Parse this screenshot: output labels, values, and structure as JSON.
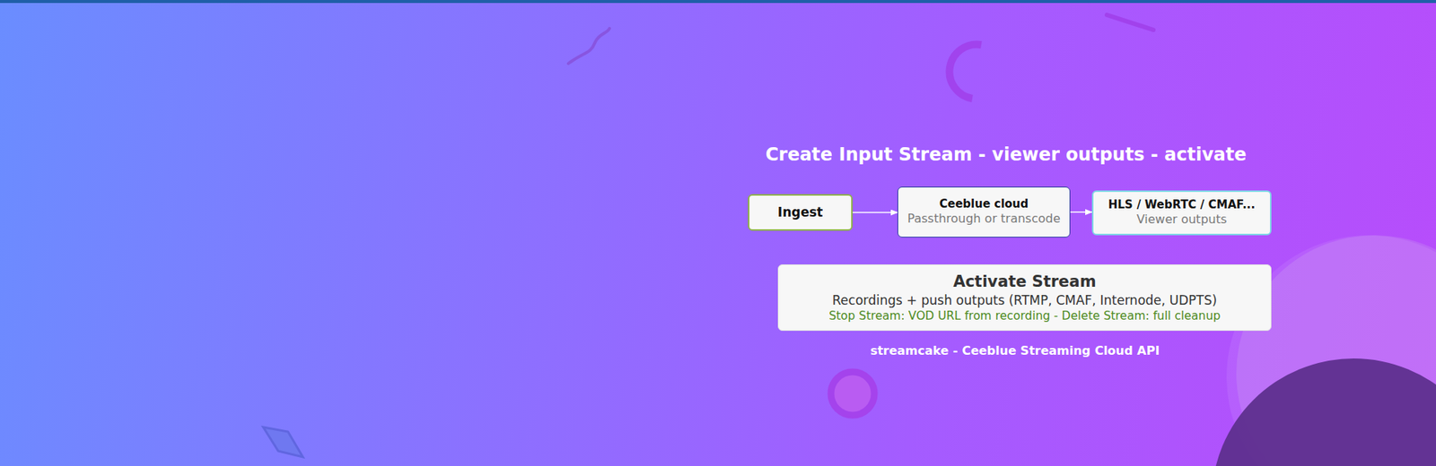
{
  "diagram": {
    "title": "Create Input Stream - viewer outputs - activate",
    "caption": "streamcake - Ceeblue Streaming Cloud API",
    "nodes": [
      {
        "text": [
          "Ingest"
        ]
      },
      {
        "text": [
          "Ceeblue cloud",
          "Passthrough or transcode"
        ]
      },
      {
        "text": [
          "HLS / WebRTC / CMAF...",
          "Viewer outputs"
        ]
      },
      {
        "text": [
          "Activate Stream",
          "Recordings + push outputs (RTMP, CMAF, Internode, UDPTS)",
          "Stop Stream: VOD URL from recording - Delete Stream: full cleanup"
        ]
      }
    ],
    "edges": [
      {
        "from": 0,
        "to": 1,
        "arrow": "to"
      },
      {
        "from": 1,
        "to": 2,
        "arrow": "to"
      }
    ]
  }
}
